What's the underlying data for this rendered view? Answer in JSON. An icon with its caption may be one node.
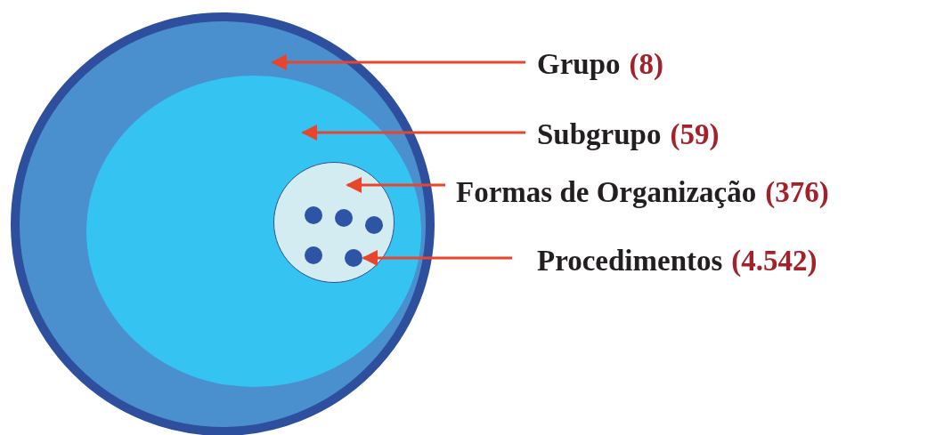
{
  "diagram": {
    "nodes": [
      {
        "text": [],
        "shape": "circle"
      },
      {
        "text": [],
        "shape": "circle",
        "in": 0
      },
      {
        "text": [],
        "shape": "circle",
        "in": 1
      },
      {
        "text": [],
        "shape": "circle",
        "in": 2
      },
      {
        "text": [],
        "shape": "circle",
        "in": 2
      },
      {
        "text": [],
        "shape": "circle",
        "in": 2
      },
      {
        "text": [],
        "shape": "circle",
        "in": 2
      },
      {
        "text": [],
        "shape": "circle",
        "in": 2
      },
      {
        "text": [
          "Grupo",
          "(8)"
        ]
      },
      {
        "text": [
          "Subgrupo",
          "(59)"
        ]
      },
      {
        "text": [
          "Formas de Organização",
          "(376)"
        ]
      },
      {
        "text": [
          "Procedimentos",
          "(4.542)"
        ]
      }
    ],
    "edges": [
      {
        "from": 8,
        "to": 0,
        "arrow": "to"
      },
      {
        "from": 9,
        "to": 1,
        "arrow": "to"
      },
      {
        "from": 10,
        "to": 2,
        "arrow": "to"
      },
      {
        "from": 11,
        "to": 7,
        "arrow": "to"
      }
    ]
  }
}
